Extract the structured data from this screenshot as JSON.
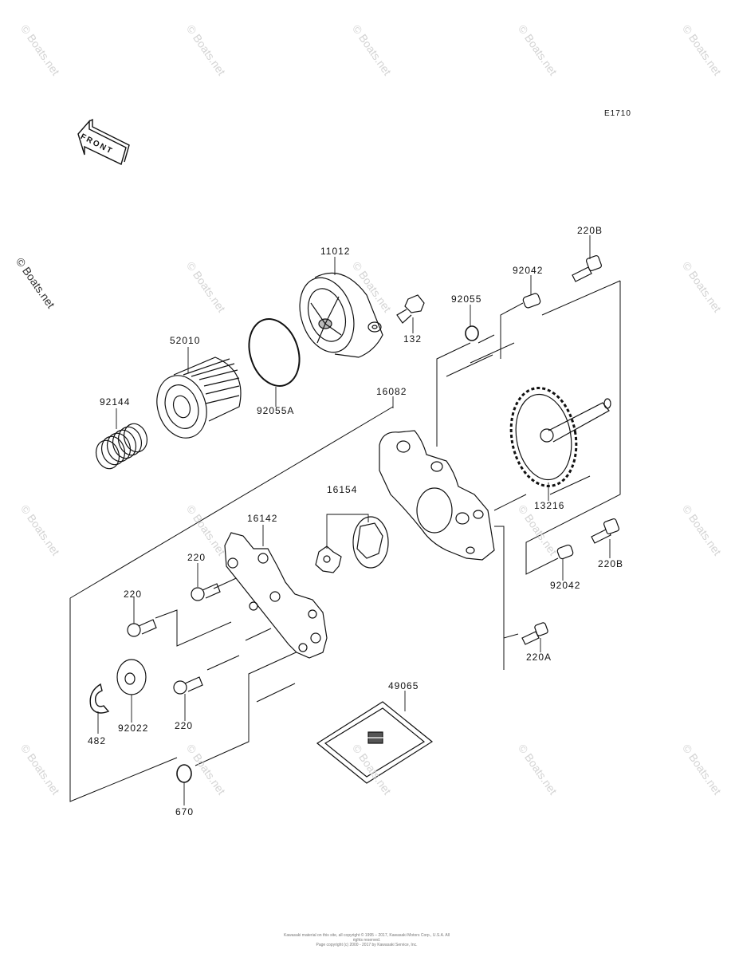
{
  "diagram": {
    "code": "E1710",
    "front_label": "FRONT",
    "watermark_main": "© Boats.net",
    "watermark_faint": "© Boats.net",
    "footer_line1": "Kawasaki material on this site, all copyright © 1995 – 2017, Kawasaki Motors Corp., U.S.A. All rights reserved.",
    "footer_line2": "Page copyright (c) 2000 - 2017 by Kawasaki Service, Inc.",
    "parts": [
      {
        "id": "p11012",
        "label": "11012"
      },
      {
        "id": "p220B_top",
        "label": "220B"
      },
      {
        "id": "p92042_top",
        "label": "92042"
      },
      {
        "id": "p92055",
        "label": "92055"
      },
      {
        "id": "p132",
        "label": "132"
      },
      {
        "id": "p52010",
        "label": "52010"
      },
      {
        "id": "p92144",
        "label": "92144"
      },
      {
        "id": "p92055A",
        "label": "92055A"
      },
      {
        "id": "p16082",
        "label": "16082"
      },
      {
        "id": "p13216",
        "label": "13216"
      },
      {
        "id": "p16154",
        "label": "16154"
      },
      {
        "id": "p16142",
        "label": "16142"
      },
      {
        "id": "p220_a",
        "label": "220"
      },
      {
        "id": "p220_b",
        "label": "220"
      },
      {
        "id": "p220B_right",
        "label": "220B"
      },
      {
        "id": "p92042_right",
        "label": "92042"
      },
      {
        "id": "p220A",
        "label": "220A"
      },
      {
        "id": "p49065",
        "label": "49065"
      },
      {
        "id": "p92022",
        "label": "92022"
      },
      {
        "id": "p220_c",
        "label": "220"
      },
      {
        "id": "p482",
        "label": "482"
      },
      {
        "id": "p670",
        "label": "670"
      }
    ]
  }
}
